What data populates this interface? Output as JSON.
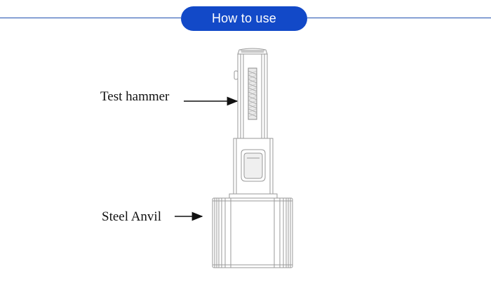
{
  "header": {
    "title": "How to use",
    "accent_color": "#1249c8"
  },
  "labels": {
    "test_hammer": "Test hammer",
    "steel_anvil": "Steel Anvil"
  },
  "icons": [
    "arrow-right-icon",
    "arrow-right-icon"
  ]
}
